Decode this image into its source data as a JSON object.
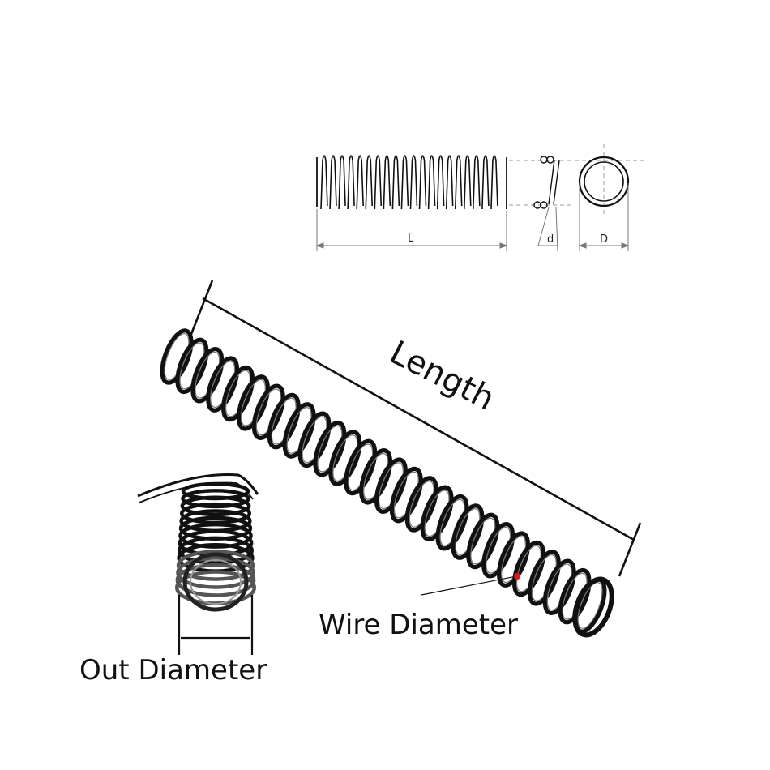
{
  "technical_drawing": {
    "length_symbol": "L",
    "wire_symbol": "d",
    "diameter_symbol": "D"
  },
  "callouts": {
    "length": "Length",
    "wire_diameter": "Wire Diameter",
    "out_diameter": "Out Diameter"
  },
  "colors": {
    "line": "#111111",
    "marker": "#e5141b",
    "dim_line": "#555555"
  }
}
